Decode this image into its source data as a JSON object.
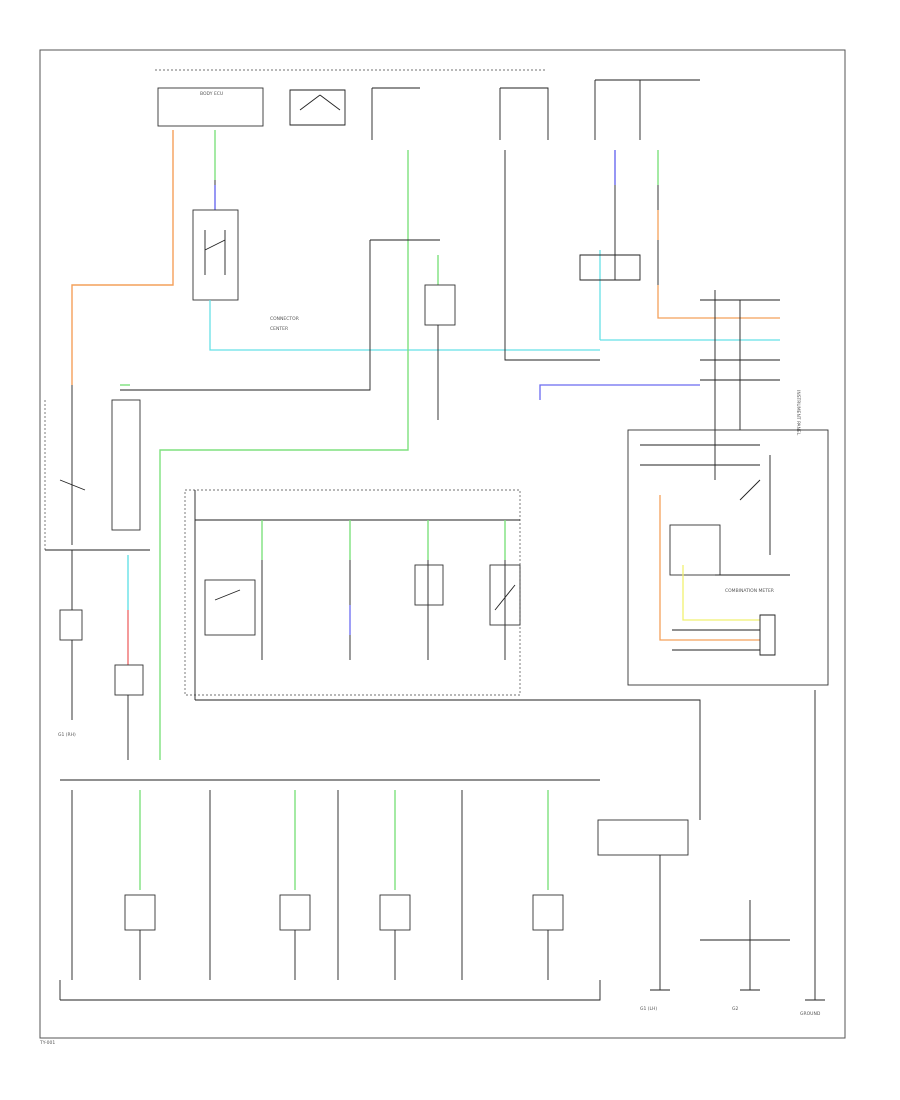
{
  "diagram": {
    "type": "wiring-schematic",
    "wire_colors": {
      "black": "#222222",
      "orange": "#f4a05a",
      "green": "#7ee07e",
      "cyan": "#66e0e6",
      "blue": "#6a6af0",
      "red": "#f07070",
      "yellow": "#f0f070"
    },
    "labels": {
      "combination_meter": "COMBINATION METER",
      "body_ecu": "BODY ECU",
      "ground": "GROUND",
      "gnd_left": "G1 (RH)",
      "gnd_mid": "G1 (LH)",
      "gnd_right": "G2",
      "instrument_panel": "INSTRUMENT PANEL",
      "footer_code": "TY-001"
    }
  }
}
